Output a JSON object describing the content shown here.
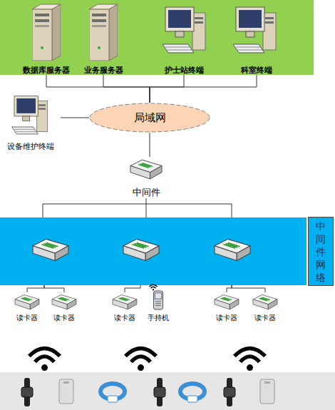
{
  "diagram": {
    "nodes": [
      {
        "text": [
          "数据库服务器"
        ]
      },
      {
        "text": [
          "业务服务器"
        ]
      },
      {
        "text": [
          "护士站终端"
        ]
      },
      {
        "text": [
          "科室终端"
        ]
      },
      {
        "text": [
          "局域网"
        ]
      },
      {
        "text": [
          "设备维护终端"
        ]
      },
      {
        "text": [
          "中间件"
        ]
      },
      {
        "text": [
          "中间件网络"
        ]
      },
      {
        "text": [
          "读卡器"
        ]
      },
      {
        "text": [
          "读卡器"
        ]
      },
      {
        "text": [
          "读卡器"
        ]
      },
      {
        "text": [
          "手持机"
        ]
      },
      {
        "text": [
          "读卡器"
        ]
      },
      {
        "text": [
          "读卡器"
        ]
      }
    ],
    "edges": [
      {
        "from": 0,
        "to": 4,
        "arrow": "none"
      },
      {
        "from": 1,
        "to": 4,
        "arrow": "none"
      },
      {
        "from": 2,
        "to": 4,
        "arrow": "none"
      },
      {
        "from": 3,
        "to": 4,
        "arrow": "none"
      },
      {
        "from": 5,
        "to": 4,
        "arrow": "none"
      },
      {
        "from": 4,
        "to": 6,
        "arrow": "none"
      },
      {
        "from": 6,
        "to": 7,
        "arrow": "none"
      },
      {
        "from": 7,
        "to": 8,
        "arrow": "none"
      },
      {
        "from": 7,
        "to": 9,
        "arrow": "none"
      },
      {
        "from": 7,
        "to": 10,
        "arrow": "none"
      },
      {
        "from": 7,
        "to": 12,
        "arrow": "none"
      },
      {
        "from": 7,
        "to": 13,
        "arrow": "none"
      }
    ]
  }
}
